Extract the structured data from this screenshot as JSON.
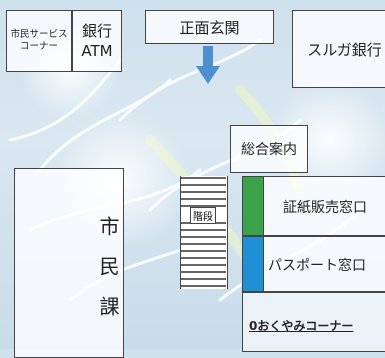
{
  "rooms": {
    "city_service": "市民サービスコーナー",
    "bank_atm": "銀行\nATM",
    "main_entrance": "正面玄関",
    "suruga_bank": "スルガ銀行",
    "info_desk": "総合案内",
    "stairs": "階段",
    "stamp_window": "証紙販売窓口",
    "passport_window": "パスポート窓口",
    "condolence_corner": "0おくやみコーナー",
    "citizens_section": "市民課"
  },
  "colors": {
    "stamp_marker": "#3aa34a",
    "passport_marker": "#1f8fd6",
    "arrow": "#4f8fcf"
  }
}
